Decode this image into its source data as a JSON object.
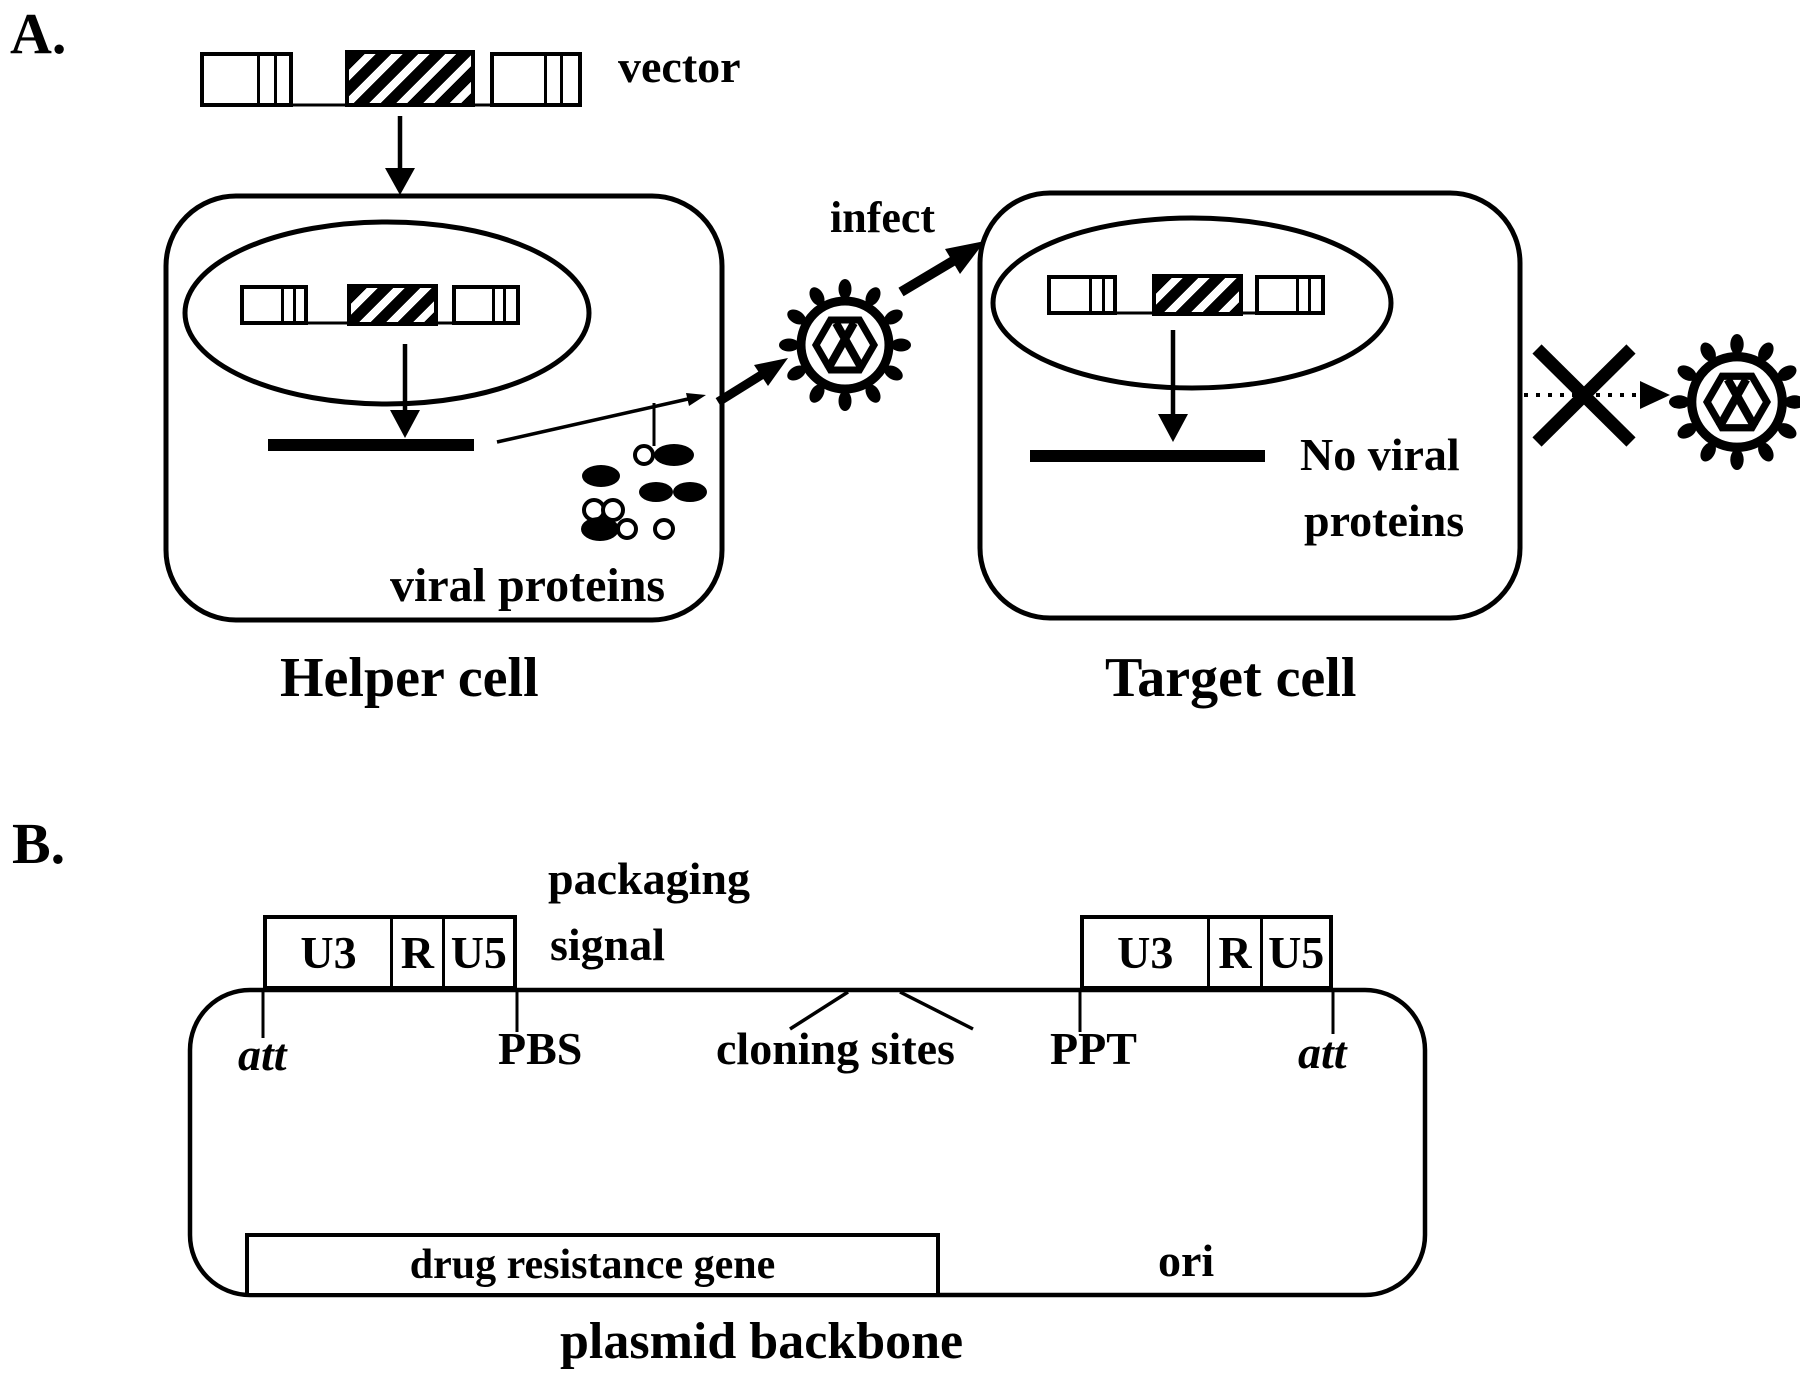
{
  "panel_a": {
    "label": "A.",
    "vector_label": "vector",
    "infect_label": "infect",
    "viral_proteins_label": "viral proteins",
    "helper_cell_label": "Helper cell",
    "target_cell_label": "Target cell",
    "no_viral_proteins_line1": "No viral",
    "no_viral_proteins_line2": "proteins",
    "icons": [
      "virus-particle-icon",
      "blocked-cross-icon",
      "viral-protein-blobs"
    ]
  },
  "panel_b": {
    "label": "B.",
    "packaging_signal_line1": "packaging",
    "packaging_signal_line2": "signal",
    "ltr_left": {
      "segments": [
        "U3",
        "R",
        "U5"
      ]
    },
    "ltr_right": {
      "segments": [
        "U3",
        "R",
        "U5"
      ]
    },
    "att_left": "att",
    "pbs": "PBS",
    "cloning_sites": "cloning sites",
    "ppt": "PPT",
    "att_right": "att",
    "drug_resistance_gene": "drug resistance gene",
    "ori": "ori",
    "plasmid_backbone": "plasmid backbone"
  },
  "colors": {
    "ink": "#000000",
    "paper": "#ffffff"
  }
}
